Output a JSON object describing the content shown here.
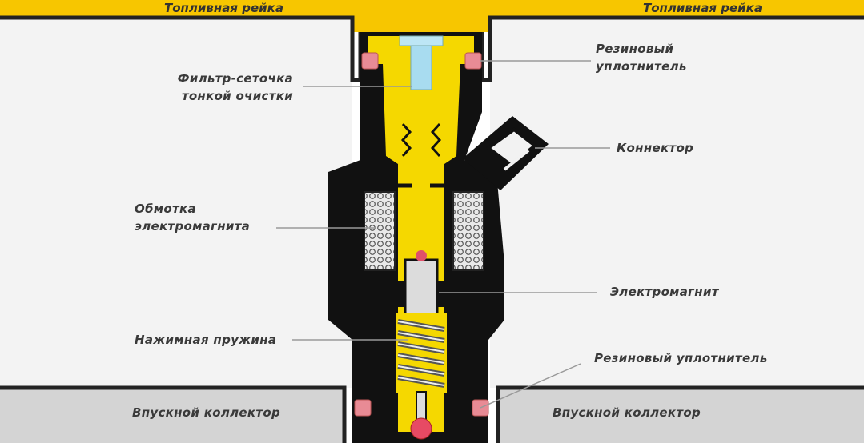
{
  "labels": {
    "rail_left": "Топливная рейка",
    "rail_right": "Топливная рейка",
    "seal_top": [
      "Резиновый",
      "уплотнитель"
    ],
    "filter": [
      "Фильтр-сеточка",
      "тонкой очистки"
    ],
    "connector": "Коннектор",
    "coil": [
      "Обмотка",
      "электромагнита"
    ],
    "electromagnet": "Электромагнит",
    "spring": "Нажимная пружина",
    "seal_bottom": "Резиновый уплотнитель",
    "manifold_left": "Впускной коллектор",
    "manifold_right": "Впускной коллектор"
  },
  "colors": {
    "rail": "#f7c600",
    "fuel": "#f5d800",
    "body": "#111111",
    "wall": "#f2f2f2",
    "manifold": "#d6d6d6",
    "seal": "#e88b95",
    "filter": "#a8dcf0",
    "leader": "#9a9a9a"
  }
}
